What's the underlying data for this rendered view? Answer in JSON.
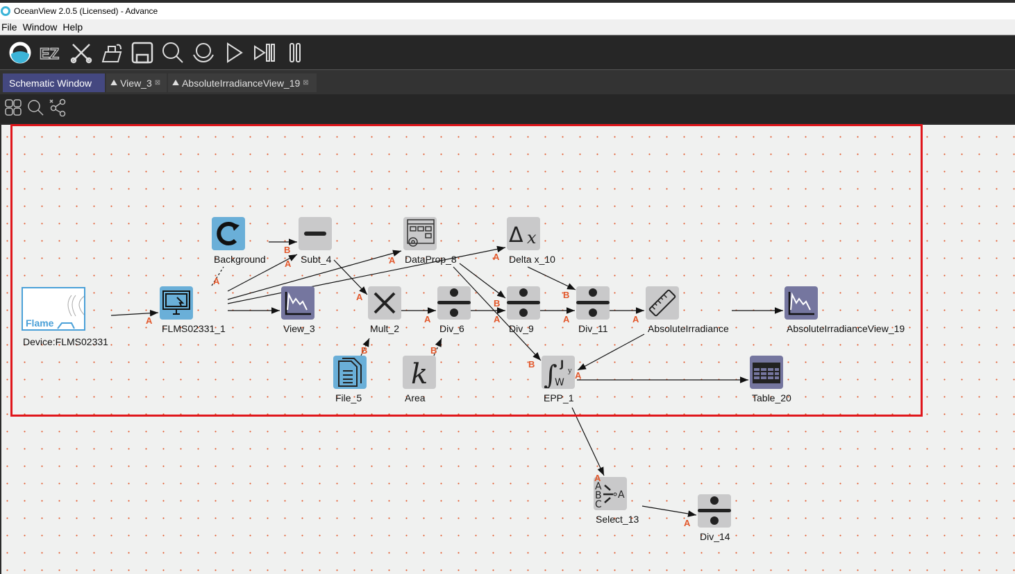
{
  "window": {
    "title": "OceanView 2.0.5 (Licensed) - Advance"
  },
  "menu": [
    "File",
    "Window",
    "Help"
  ],
  "toolbar": [
    "oceanview-logo",
    "ez-mode",
    "tools",
    "export",
    "save",
    "search",
    "globe",
    "run",
    "step",
    "pause"
  ],
  "tabs": [
    {
      "label": "Schematic Window",
      "active": true
    },
    {
      "label": "View_3",
      "closable": true
    },
    {
      "label": "AbsoluteIrradianceView_19",
      "closable": true
    }
  ],
  "subtoolbar": [
    "layout",
    "zoom",
    "connections"
  ],
  "device": {
    "brand": "Flame",
    "label": "Device:FLMS02331"
  },
  "nodes": {
    "background": "Background",
    "subt4": "Subt_4",
    "dataprop8": "DataProp_8",
    "deltax10": "Delta x_10",
    "flms": "FLMS02331_1",
    "view3": "View_3",
    "mult2": "Mult_2",
    "div6": "Div_6",
    "div9": "Div_9",
    "div11": "Div_11",
    "absirr": "AbsoluteIrradiance",
    "absview": "AbsoluteIrradianceView_19",
    "file5": "File_5",
    "area": "Area",
    "epp1": "EPP_1",
    "table20": "Table_20",
    "select13": "Select_13",
    "div14": "Div_14"
  },
  "ports": {
    "a": "A",
    "b": "B"
  },
  "colors": {
    "accent": "#444880",
    "port": "#e2572a",
    "highlight": "#e0161b"
  }
}
